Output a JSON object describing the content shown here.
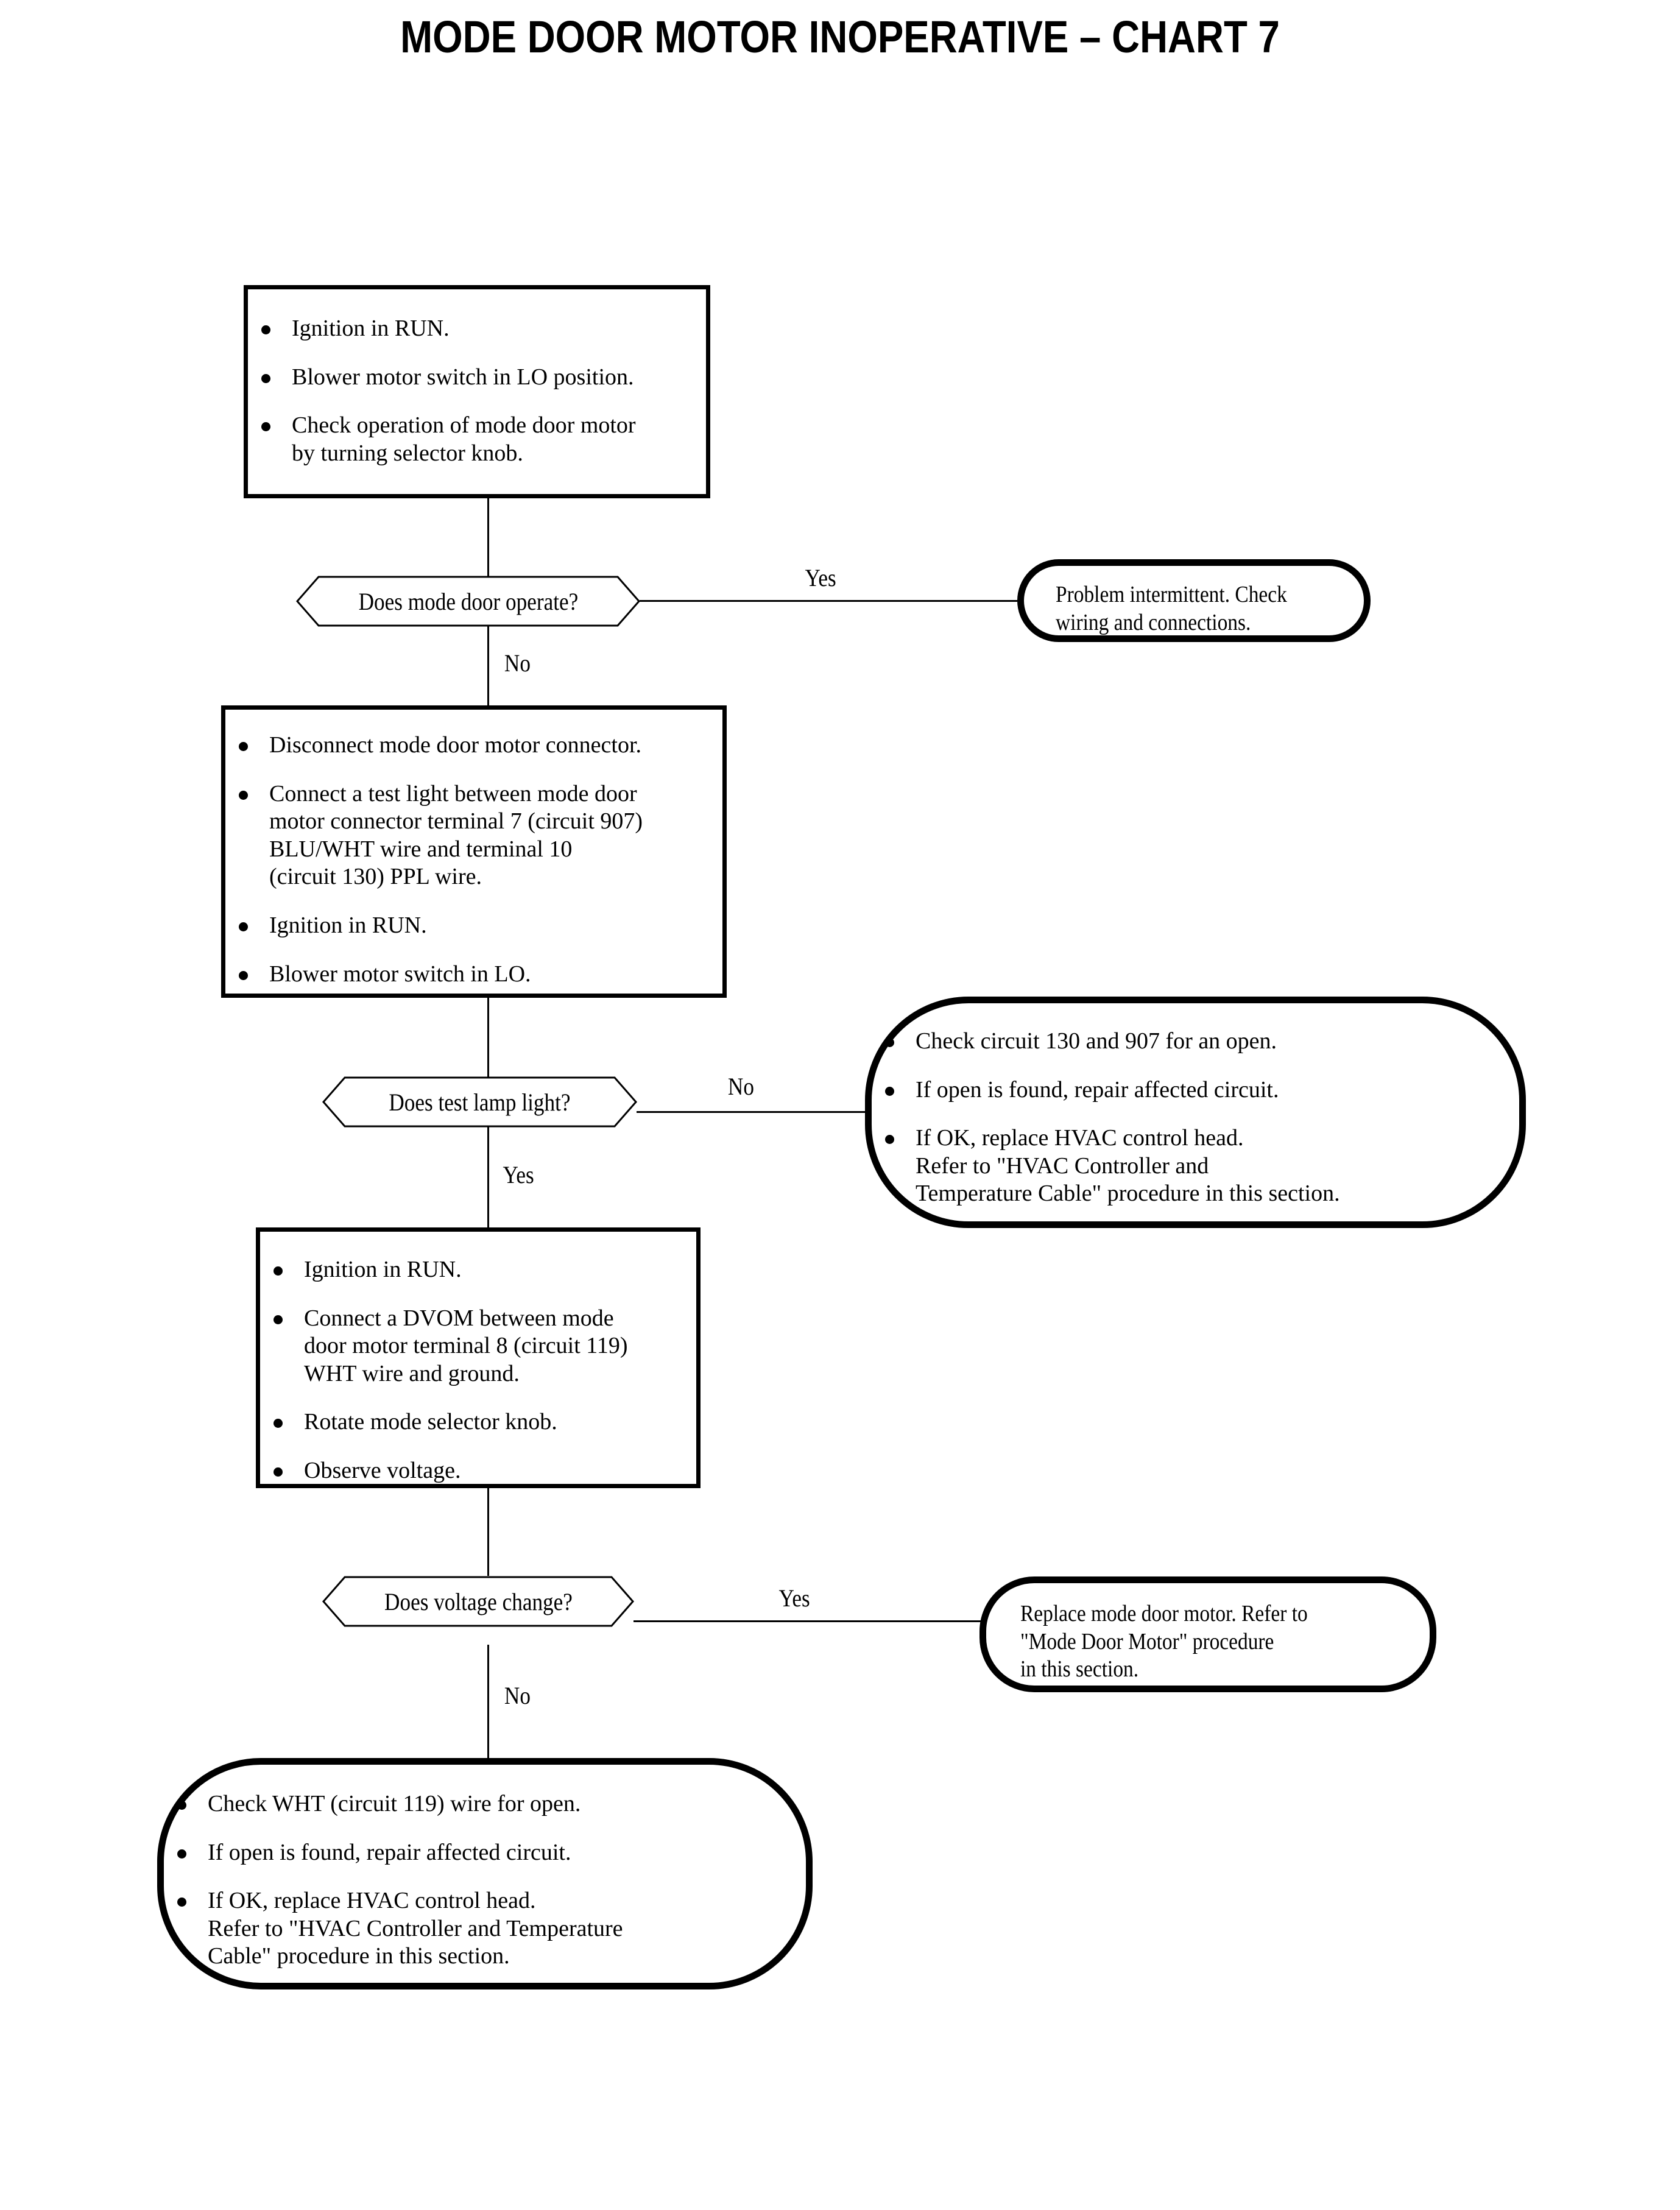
{
  "page": {
    "title": "MODE DOOR MOTOR INOPERATIVE – CHART 7",
    "background_color": "#ffffff",
    "line_color": "#000000"
  },
  "nodes": {
    "step1": {
      "type": "process",
      "bullets": [
        "Ignition in RUN.",
        "Blower motor switch in LO position.",
        "Check operation of mode door motor\nby turning selector knob."
      ]
    },
    "decision1": {
      "type": "decision",
      "label": "Does mode door operate?"
    },
    "result1": {
      "type": "terminal",
      "text": "Problem intermittent. Check\nwiring and connections."
    },
    "step2": {
      "type": "process",
      "bullets": [
        "Disconnect mode door motor connector.",
        "Connect a test light between mode door\nmotor connector terminal 7 (circuit 907)\nBLU/WHT wire and terminal 10\n(circuit 130) PPL wire.",
        "Ignition in RUN.",
        "Blower motor switch in LO."
      ]
    },
    "decision2": {
      "type": "decision",
      "label": "Does test lamp light?"
    },
    "result2": {
      "type": "terminal",
      "bullets": [
        "Check circuit 130 and 907 for an open.",
        "If open is found, repair affected circuit.",
        "If OK, replace HVAC control head.\nRefer to \"HVAC Controller and\nTemperature Cable\" procedure in this section."
      ]
    },
    "step3": {
      "type": "process",
      "bullets": [
        "Ignition in RUN.",
        "Connect a DVOM between mode\ndoor motor terminal 8 (circuit 119)\nWHT wire and ground.",
        "Rotate mode selector knob.",
        "Observe voltage."
      ]
    },
    "decision3": {
      "type": "decision",
      "label": "Does voltage change?"
    },
    "result3": {
      "type": "terminal",
      "text": "Replace mode door motor. Refer to\n\"Mode Door Motor\" procedure\nin this section."
    },
    "result4": {
      "type": "terminal",
      "bullets": [
        "Check WHT (circuit 119) wire for open.",
        "If open is found, repair affected circuit.",
        "If OK, replace HVAC control head.\nRefer to \"HVAC Controller and Temperature\nCable\" procedure in this section."
      ]
    }
  },
  "edges": {
    "d1_yes": "Yes",
    "d1_no": "No",
    "d2_no": "No",
    "d2_yes": "Yes",
    "d3_yes": "Yes",
    "d3_no": "No"
  }
}
